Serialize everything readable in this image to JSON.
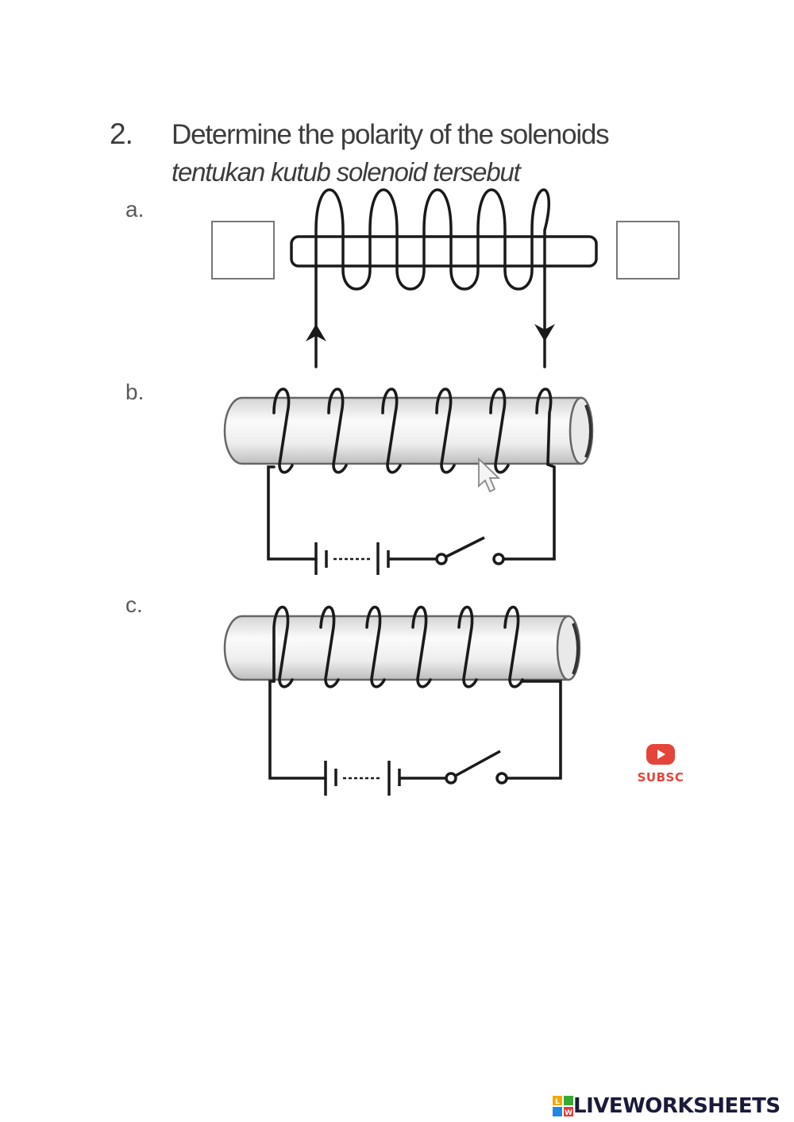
{
  "question": {
    "number": "2.",
    "title": "Determine the polarity of the solenoids",
    "subtitle": "tentukan kutub solenoid tersebut"
  },
  "parts": [
    {
      "label": "a."
    },
    {
      "label": "b."
    },
    {
      "label": "c."
    }
  ],
  "youtube_badge": {
    "label": "SUBSC",
    "color": "#e4443a"
  },
  "brand": {
    "name": "LIVEWORKSHEETS",
    "logo_letters": [
      "L",
      "W"
    ]
  }
}
